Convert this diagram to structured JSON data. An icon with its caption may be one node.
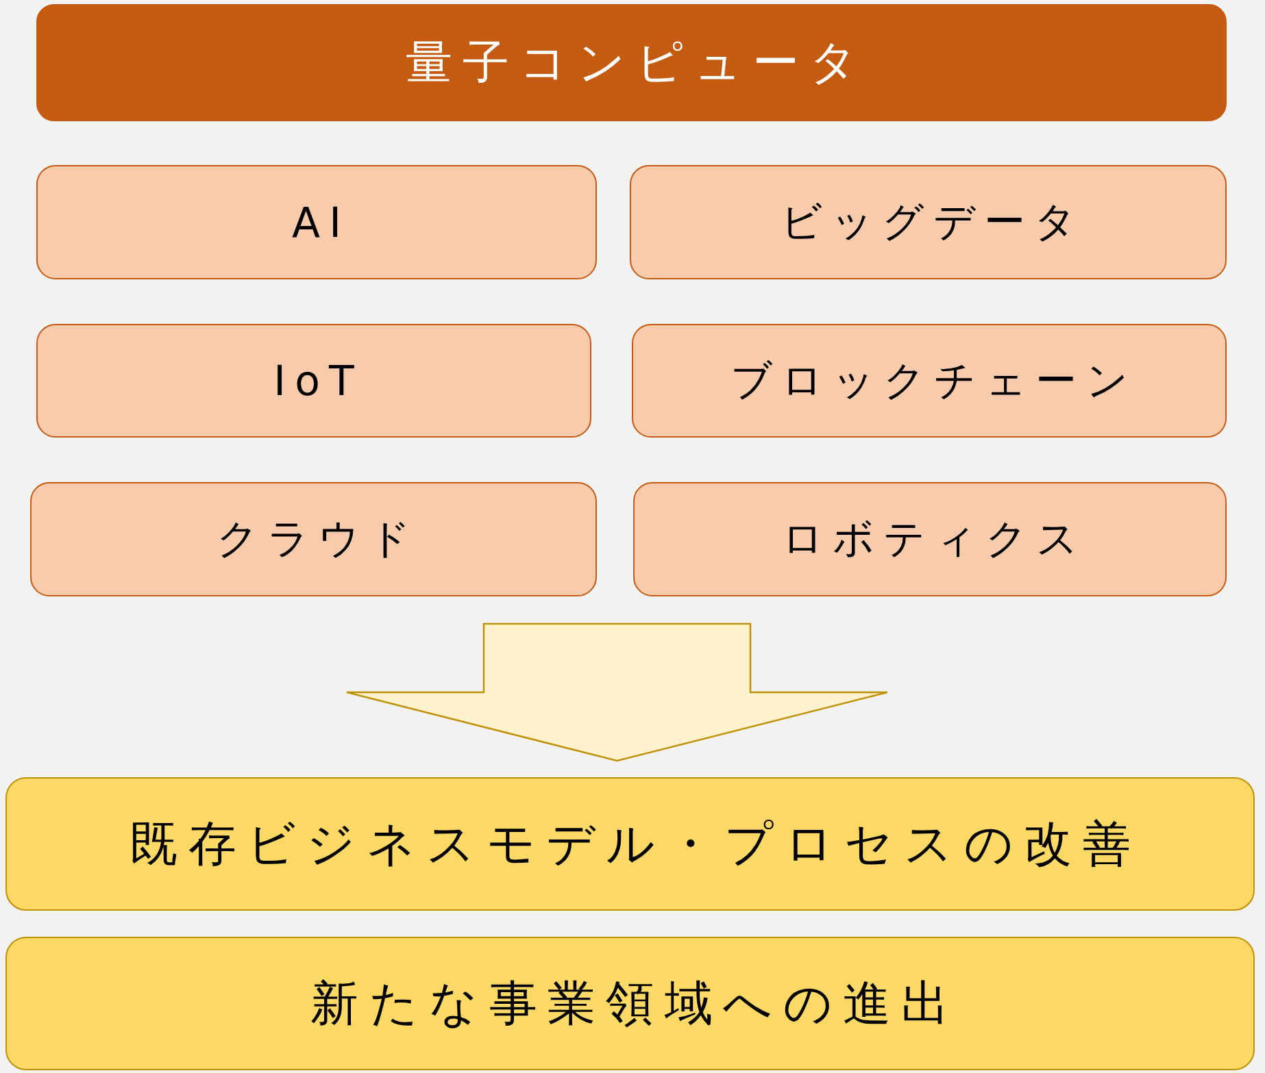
{
  "diagram": {
    "nodes": [
      {
        "text": [
          "量子コンピュータ"
        ]
      },
      {
        "text": [
          "AI"
        ]
      },
      {
        "text": [
          "ビッグデータ"
        ]
      },
      {
        "text": [
          "IoT"
        ]
      },
      {
        "text": [
          "ブロックチェーン"
        ]
      },
      {
        "text": [
          "クラウド"
        ]
      },
      {
        "text": [
          "ロボティクス"
        ]
      },
      {
        "text": [
          "既存ビジネスモデル・プロセスの改善"
        ]
      },
      {
        "text": [
          "新たな事業領域への進出"
        ]
      }
    ],
    "edges": [
      {
        "from": null,
        "to": 7,
        "arrow": "to",
        "style": "thick"
      }
    ]
  }
}
